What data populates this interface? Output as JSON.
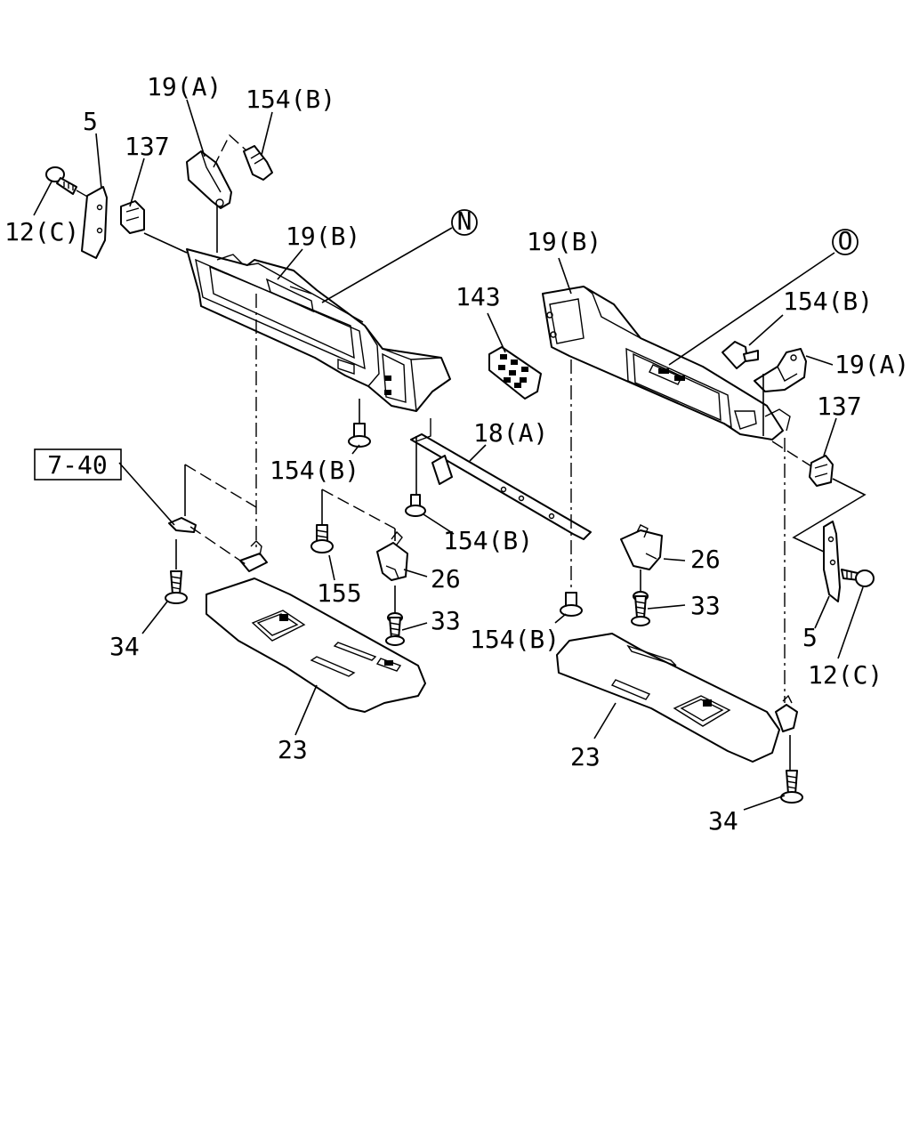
{
  "callouts": {
    "left_19a": "19(A)",
    "left_154b_top": "154(B)",
    "left_5": "5",
    "left_137": "137",
    "left_12c": "12(C)",
    "left_19b": "19(B)",
    "ref_n": "N",
    "left_154b_mid": "154(B)",
    "ref_7_40": "7-40",
    "left_155": "155",
    "left_26": "26",
    "left_33": "33",
    "left_34": "34",
    "left_23": "23",
    "center_143": "143",
    "center_18a": "18(A)",
    "center_154b_a": "154(B)",
    "center_154b_b": "154(B)",
    "right_19b": "19(B)",
    "ref_o": "O",
    "right_154b": "154(B)",
    "right_19a": "19(A)",
    "right_137": "137",
    "right_26": "26",
    "right_33": "33",
    "right_5": "5",
    "right_12c": "12(C)",
    "right_23": "23",
    "right_34": "34"
  }
}
